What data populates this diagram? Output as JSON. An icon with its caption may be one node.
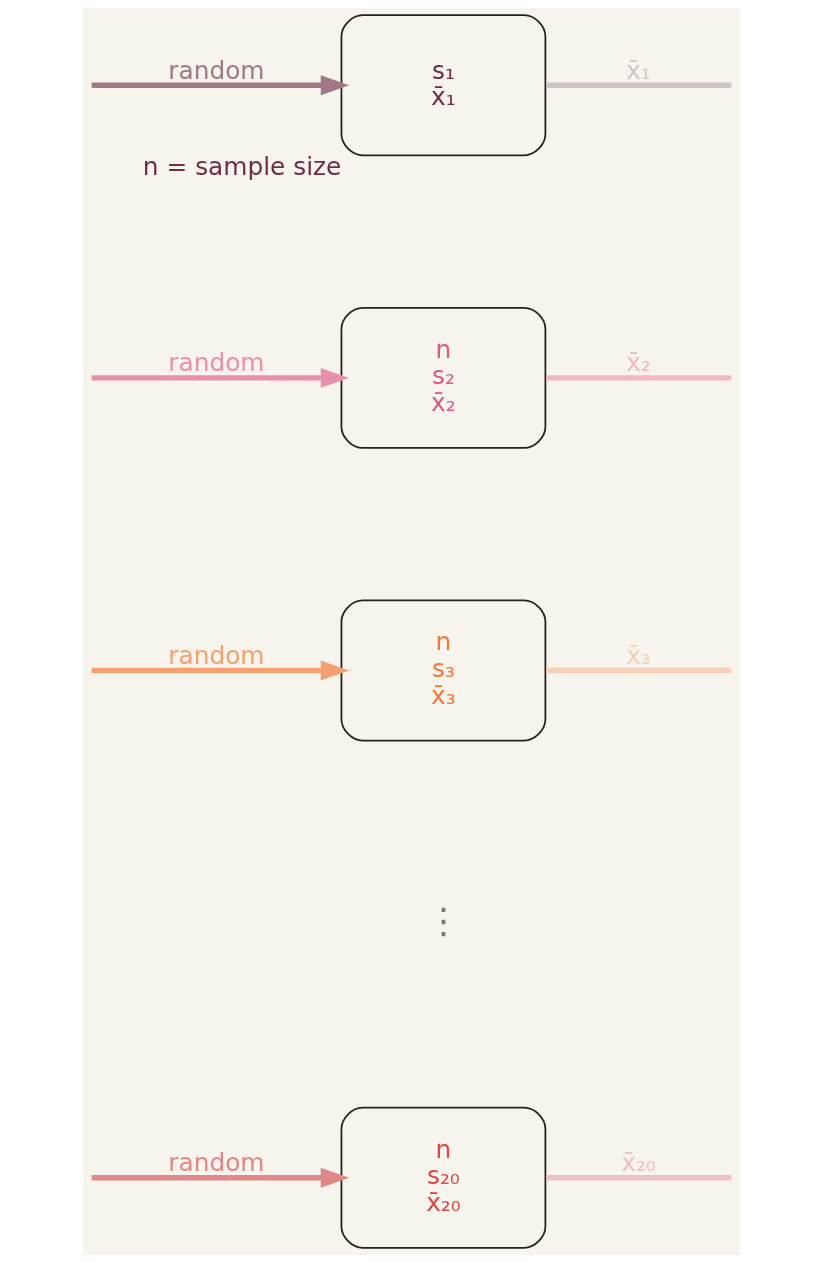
{
  "diagram": {
    "nodes": [
      {
        "text": [
          "s₁",
          "x̄₁"
        ],
        "beside": [
          "n = sample size"
        ]
      },
      {
        "text": [
          "n",
          "s₂",
          "x̄₂"
        ]
      },
      {
        "text": [
          "n",
          "s₃",
          "x̄₃"
        ]
      },
      {
        "text": [
          "n",
          "s₂₀",
          "x̄₂₀"
        ]
      }
    ],
    "edges": [
      {
        "from": null,
        "to": 0,
        "arrow": "to",
        "label": "random",
        "color": "#a07888"
      },
      {
        "from": null,
        "to": 1,
        "arrow": "to",
        "label": "random",
        "color": "#e890ac"
      },
      {
        "from": null,
        "to": 2,
        "arrow": "to",
        "label": "random",
        "color": "#f4a070"
      },
      {
        "from": null,
        "to": 3,
        "arrow": "to",
        "label": "random",
        "color": "#e08888"
      },
      {
        "from": 0,
        "to": null,
        "arrow": "none",
        "label": "x̄₁",
        "color": "#d0c4c8"
      },
      {
        "from": 1,
        "to": null,
        "arrow": "none",
        "label": "x̄₂",
        "color": "#f0b8c4"
      },
      {
        "from": 2,
        "to": null,
        "arrow": "none",
        "label": "x̄₃",
        "color": "#f4d0b8"
      },
      {
        "from": 3,
        "to": null,
        "arrow": "none",
        "label": "x̄₂₀",
        "color": "#ecc0c4"
      }
    ],
    "labels": [
      "⋮"
    ]
  }
}
